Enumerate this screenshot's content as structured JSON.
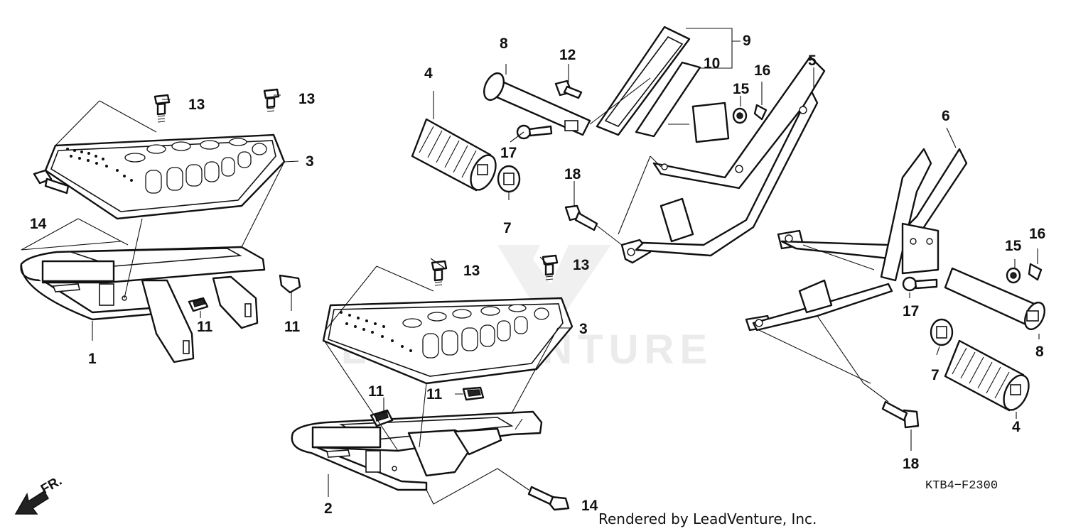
{
  "watermark": {
    "text": "LEADVENTURE",
    "color": "#ebebeb"
  },
  "diagram_code": "KTB4−F2300",
  "credit": "Rendered by LeadVenture, Inc.",
  "direction_label": "FR.",
  "callouts": [
    "1",
    "2",
    "3",
    "3",
    "4",
    "4",
    "5",
    "6",
    "7",
    "7",
    "8",
    "8",
    "9",
    "10",
    "11",
    "11",
    "11",
    "11",
    "12",
    "13",
    "13",
    "13",
    "13",
    "14",
    "14",
    "15",
    "15",
    "16",
    "16",
    "17",
    "17",
    "18",
    "18"
  ],
  "colors": {
    "line": "#111111",
    "background": "#ffffff"
  }
}
